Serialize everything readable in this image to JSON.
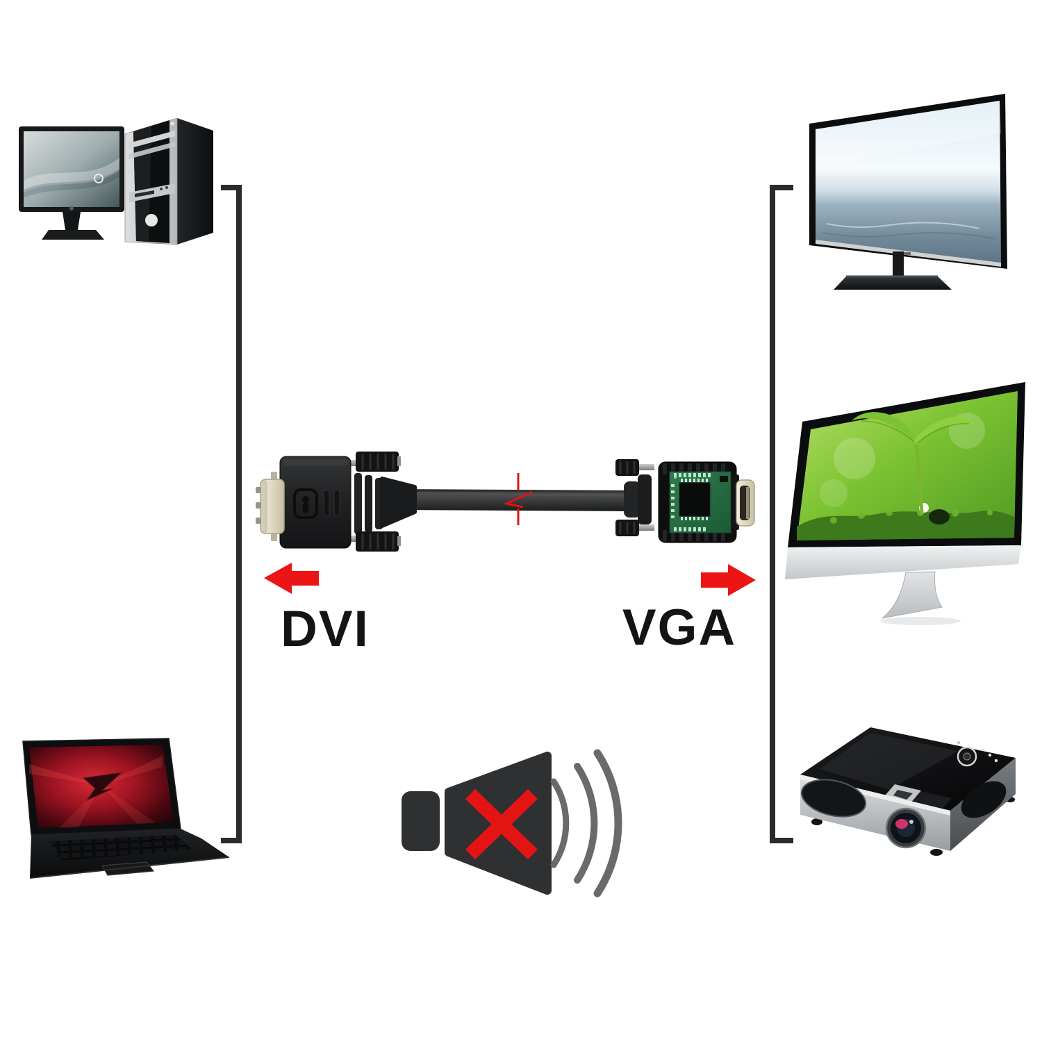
{
  "labels": {
    "dvi": "DVI",
    "vga": "VGA"
  },
  "cable": {
    "left_connector": "DVI",
    "right_connector": "VGA",
    "audio": "not-supported"
  },
  "devices": {
    "sources": [
      {
        "icon": "desktop-computer-icon"
      },
      {
        "icon": "laptop-icon"
      }
    ],
    "displays": [
      {
        "icon": "tv-icon"
      },
      {
        "icon": "desktop-monitor-icon"
      },
      {
        "icon": "projector-icon"
      }
    ]
  },
  "indicators": {
    "left_direction_icon": "arrow-left-icon",
    "right_direction_icon": "arrow-right-icon",
    "cable_break_icon": "cable-break-icon",
    "no_audio_icon": "muted-speaker-icon"
  },
  "colors": {
    "background": "#ffffff",
    "accent_red": "#ec1414",
    "bracket_line": "#2b2b2b",
    "label_text": "#141414",
    "speaker_gray": "#2f3032",
    "wave_gray": "#6a6a6a",
    "pcb_green": "#2a7048",
    "connector_cream": "#eee6d0",
    "cable_black": "#1a1b1c"
  }
}
